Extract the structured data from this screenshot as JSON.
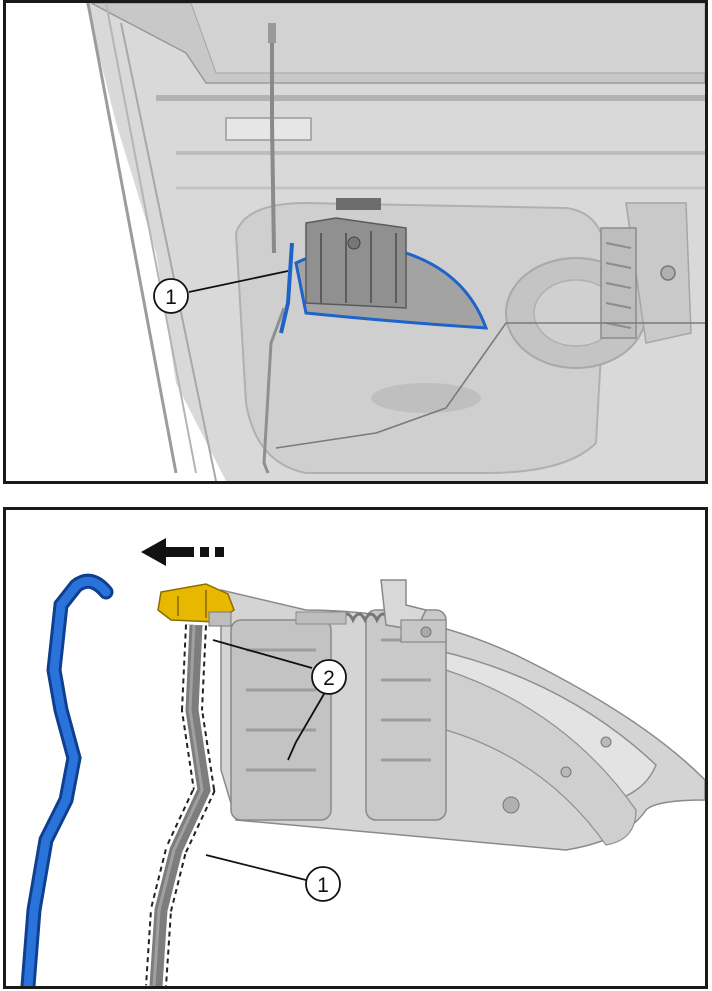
{
  "panels": [
    {
      "id": "top",
      "view": "door-interior-transparent",
      "callouts": [
        {
          "label": "1",
          "target": "door-handle-cable"
        }
      ]
    },
    {
      "id": "bottom",
      "view": "door-handle-assembly-detail",
      "callouts": [
        {
          "label": "2",
          "target": "cable-end-clip"
        },
        {
          "label": "1",
          "target": "door-handle-cable"
        }
      ],
      "arrow_direction": "left"
    }
  ],
  "colors": {
    "frame": "#1a1a1a",
    "door_panel": "#d8d8d8",
    "door_shadow": "#a9a9a9",
    "cable_highlight": "#1e63c8",
    "clip_highlight": "#e8b800",
    "cable_grey": "#7d7d7d",
    "arrow": "#111111"
  }
}
